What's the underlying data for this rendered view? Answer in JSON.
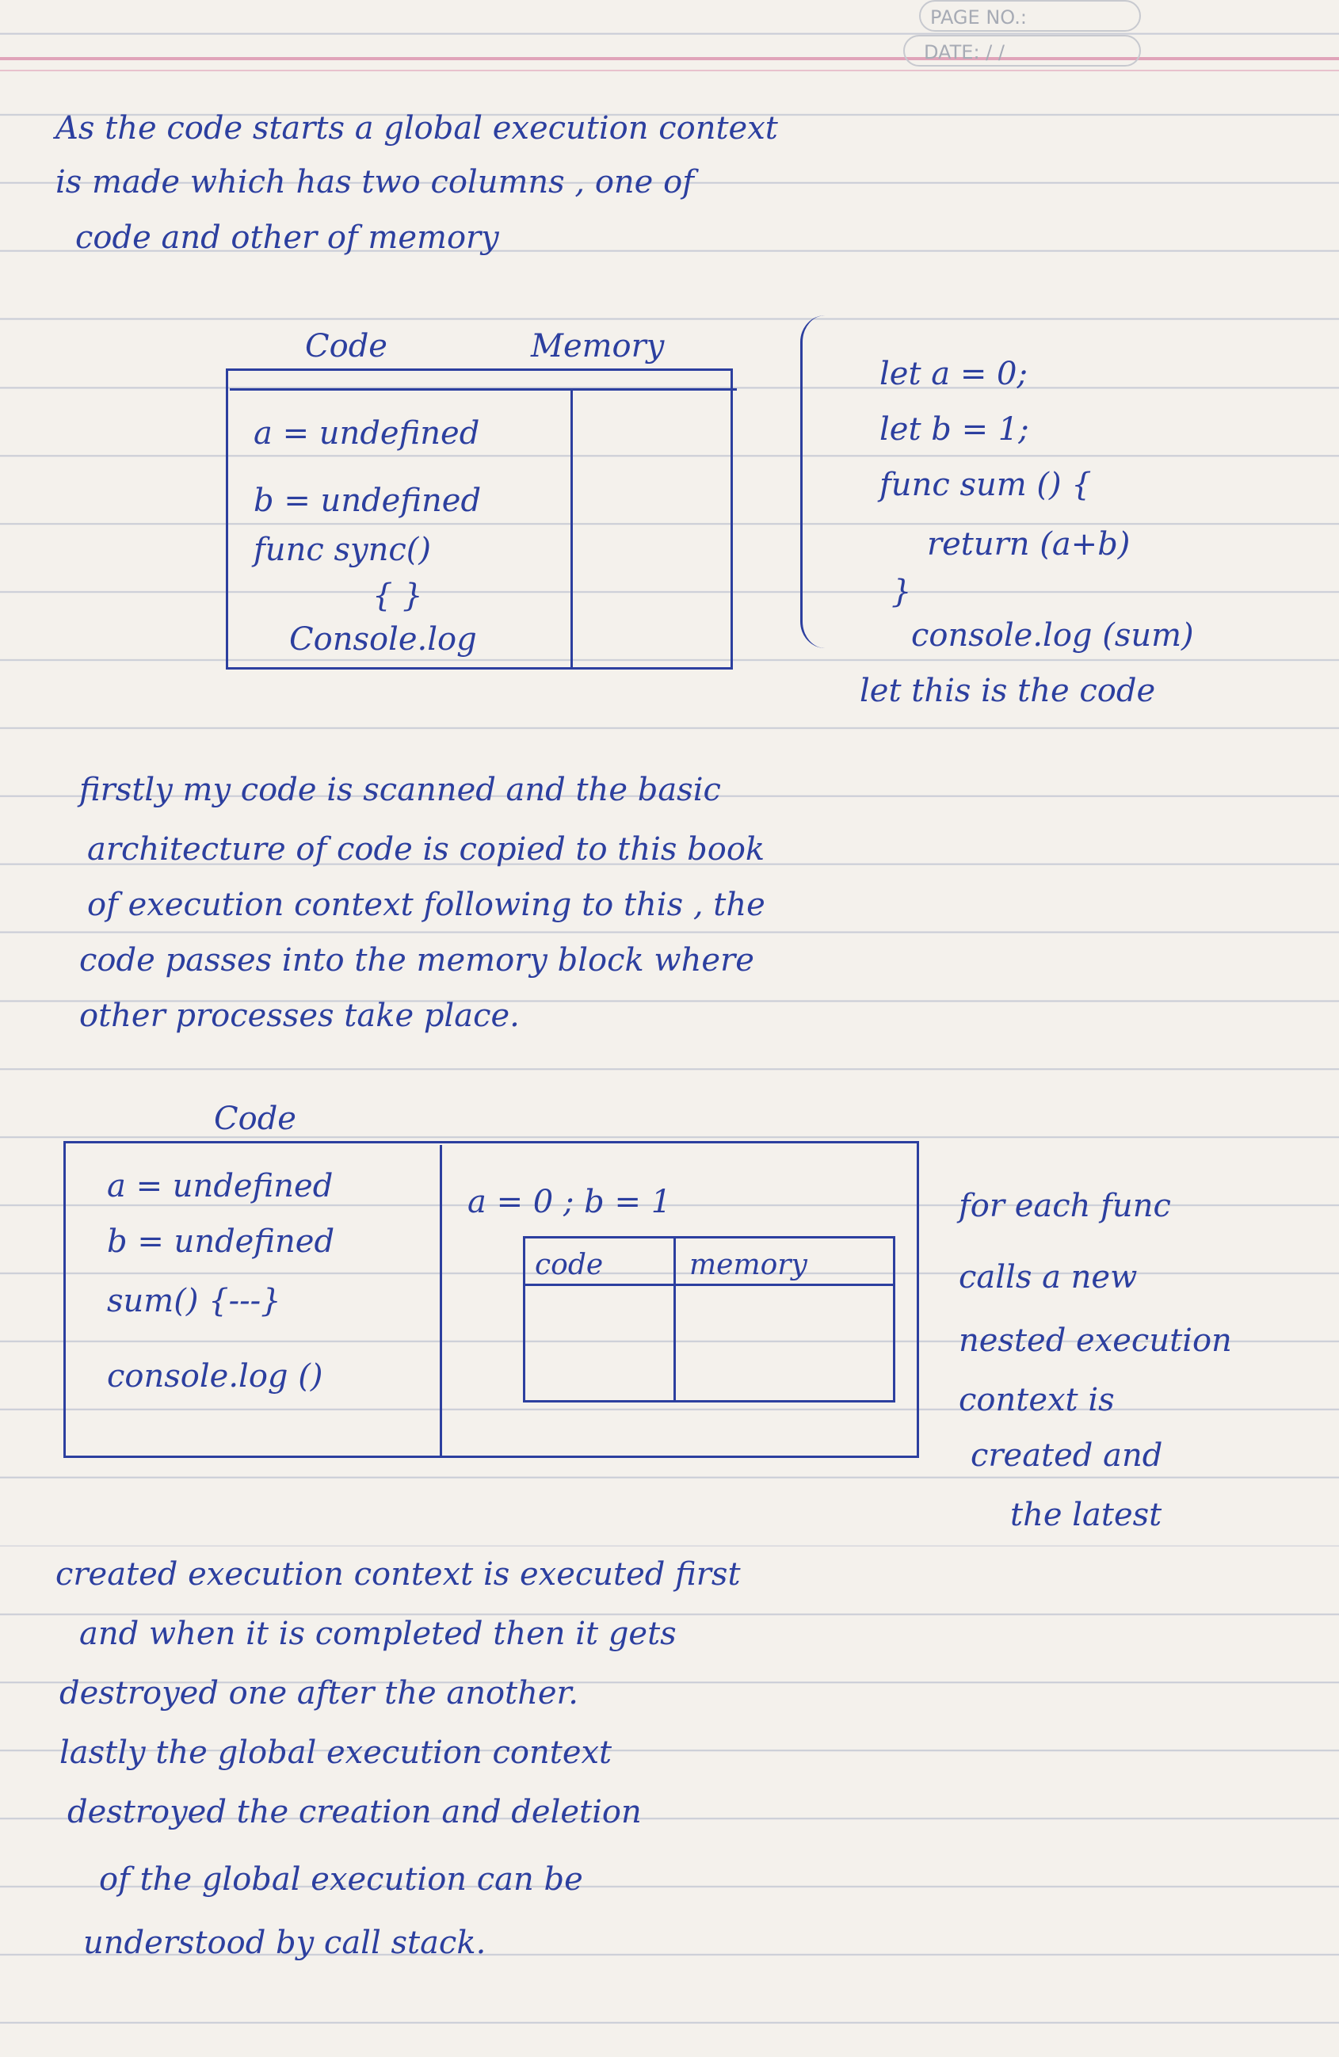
{
  "header": {
    "page_no_label": "PAGE NO.:",
    "date_label": "DATE:    /     /"
  },
  "intro": {
    "line1": "As    the code starts a global execution context",
    "line2": "is made  which    has   two    columns , one of",
    "line3": "code   and    other  of  memory"
  },
  "diagram1": {
    "title_code": "Code",
    "title_memory": "Memory",
    "lines": [
      "a = undefined",
      "b = undefined",
      "func sync()",
      "{       }",
      "Console.log"
    ]
  },
  "code_snippet": {
    "lines": [
      "let  a = 0;",
      "let  b = 1;",
      "func  sum ()  {",
      "return (a+b)",
      "}",
      "console.log (sum)"
    ],
    "caption": "let this is the code"
  },
  "para2": {
    "line1": "firstly  my   code   is  scanned  and    the  basic",
    "line2": "architecture  of   code  is  copied  to this  book",
    "line3": "of  execution    context  following   to this , the",
    "line4": "code   passes   into  the   memory   block  where",
    "line5": "other  processes  take  place."
  },
  "diagram2": {
    "title": "Code",
    "left_lines": [
      "a = undefined",
      "b = undefined",
      "sum() {---}",
      "console.log ()"
    ],
    "right_top": "a = 0 ;  b = 1",
    "inner_code": "code",
    "inner_memory": "memory"
  },
  "side_note": {
    "lines": [
      "for each func",
      "calls  a  new",
      "nested  execution",
      "context  is",
      "created  and",
      "the  latest"
    ]
  },
  "para3": {
    "line1": "created    execution   context  is  executed  first",
    "line2": "and      when  it   is  completed  then   it  gets",
    "line3": "destroyed      one      after   the       another.",
    "line4": "lastly    the     global      execution      context",
    "line5": "destroyed      the     creation     and  deletion",
    "line6": "of   the   global     execution       can    be",
    "line7": "understood  by    call    stack."
  }
}
